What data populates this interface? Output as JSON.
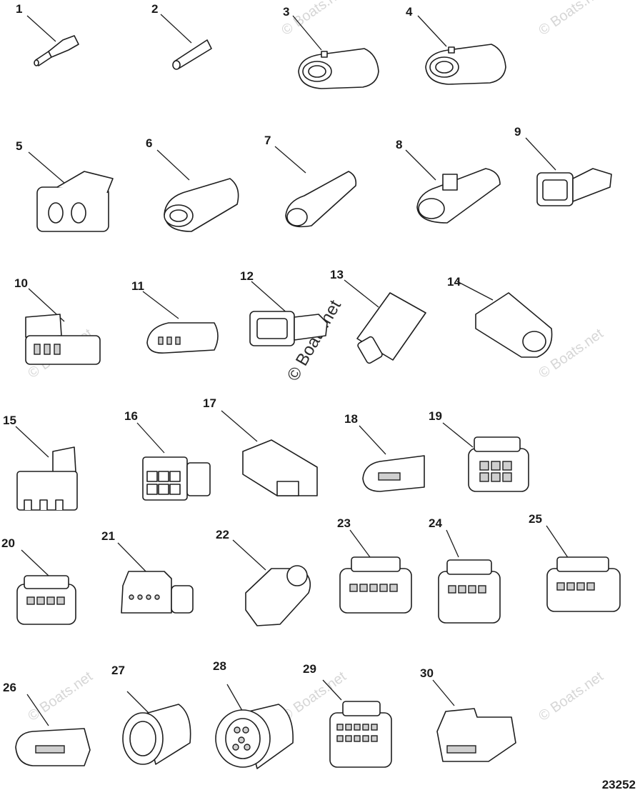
{
  "callouts": [
    "1",
    "2",
    "3",
    "4",
    "5",
    "6",
    "7",
    "8",
    "9",
    "10",
    "11",
    "12",
    "13",
    "14",
    "15",
    "16",
    "17",
    "18",
    "19",
    "20",
    "21",
    "22",
    "23",
    "24",
    "25",
    "26",
    "27",
    "28",
    "29",
    "30"
  ],
  "figure_id": "23252",
  "watermark": {
    "center": "© Boats.net",
    "tile": "© Boats.net"
  },
  "colors": {
    "ink": "#1e1e1e",
    "watermark": "#d6d6d6"
  }
}
